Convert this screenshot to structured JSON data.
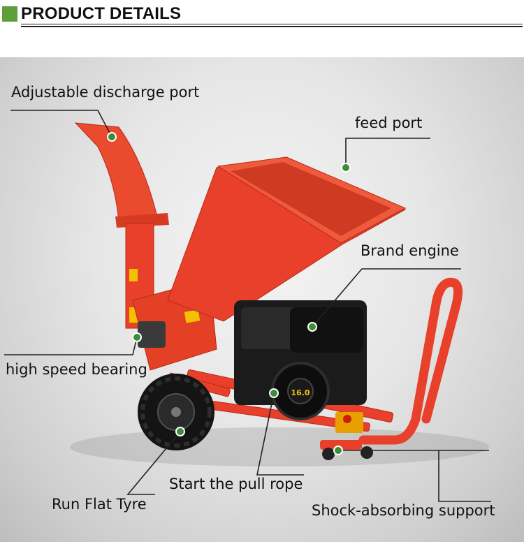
{
  "header": {
    "title": "PRODUCT DETAILS",
    "accent_color": "#5e9e3b"
  },
  "photo": {
    "subject": "wood-chipper-machine",
    "machine_color": "#e8402a",
    "marker_color": "#3e8c3a"
  },
  "callouts": {
    "discharge_port": "Adjustable discharge port",
    "feed_port": "feed port",
    "brand_engine": "Brand engine",
    "engine_badge": "16.0",
    "high_speed_bearing": "high speed bearing",
    "pull_rope": "Start the pull rope",
    "run_flat_tyre": "Run Flat Tyre",
    "shock_support": "Shock-absorbing support"
  }
}
